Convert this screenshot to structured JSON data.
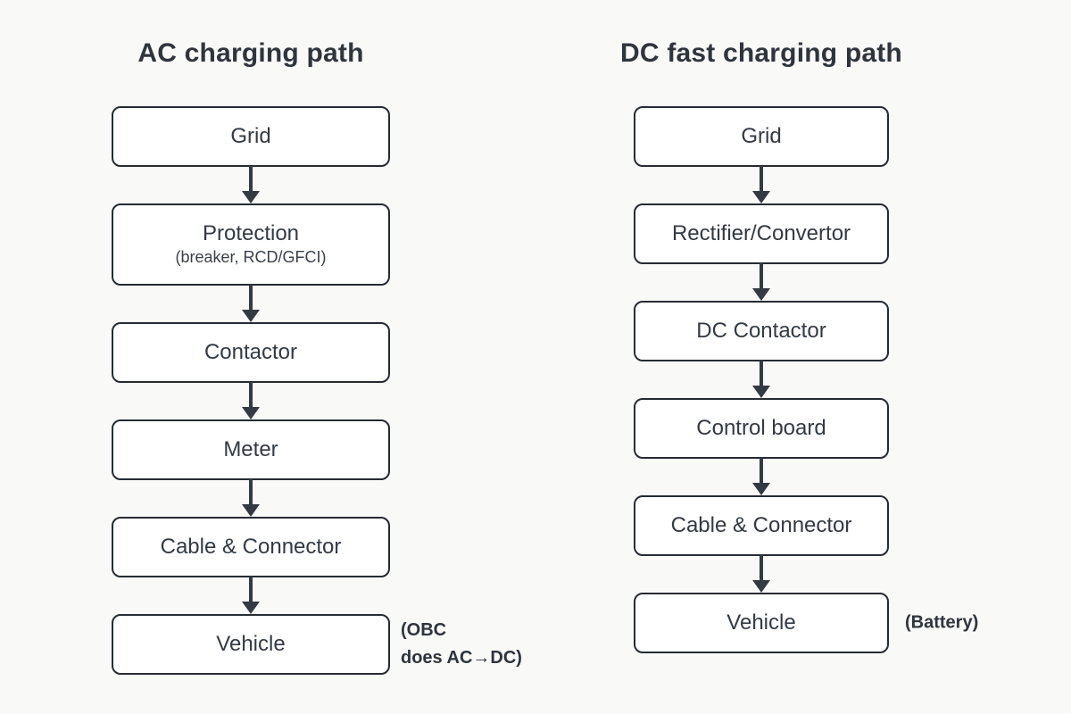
{
  "page": {
    "background": "#f9f9f8",
    "ink": "#343a42",
    "node_border": "#262b33",
    "node_fill": "#ffffff"
  },
  "icons": {
    "arrow_down_icon": "solid triangle arrowhead on vertical line (css shape)"
  },
  "columns": [
    {
      "title": "AC charging path",
      "nodes": [
        {
          "label": "Grid"
        },
        {
          "label": "Protection",
          "sublabel": "(breaker, RCD/GFCI)"
        },
        {
          "label": "Contactor"
        },
        {
          "label": "Meter"
        },
        {
          "label": "Cable & Connector"
        },
        {
          "label": "Vehicle",
          "annotation_lines": [
            "(OBC",
            "does AC→DC)"
          ]
        }
      ]
    },
    {
      "title": "DC fast charging path",
      "nodes": [
        {
          "label": "Grid"
        },
        {
          "label": "Rectifier/Convertor"
        },
        {
          "label": "DC Contactor"
        },
        {
          "label": "Control board"
        },
        {
          "label": "Cable & Connector"
        },
        {
          "label": "Vehicle",
          "annotation_lines": [
            "(Battery)"
          ]
        }
      ]
    }
  ]
}
